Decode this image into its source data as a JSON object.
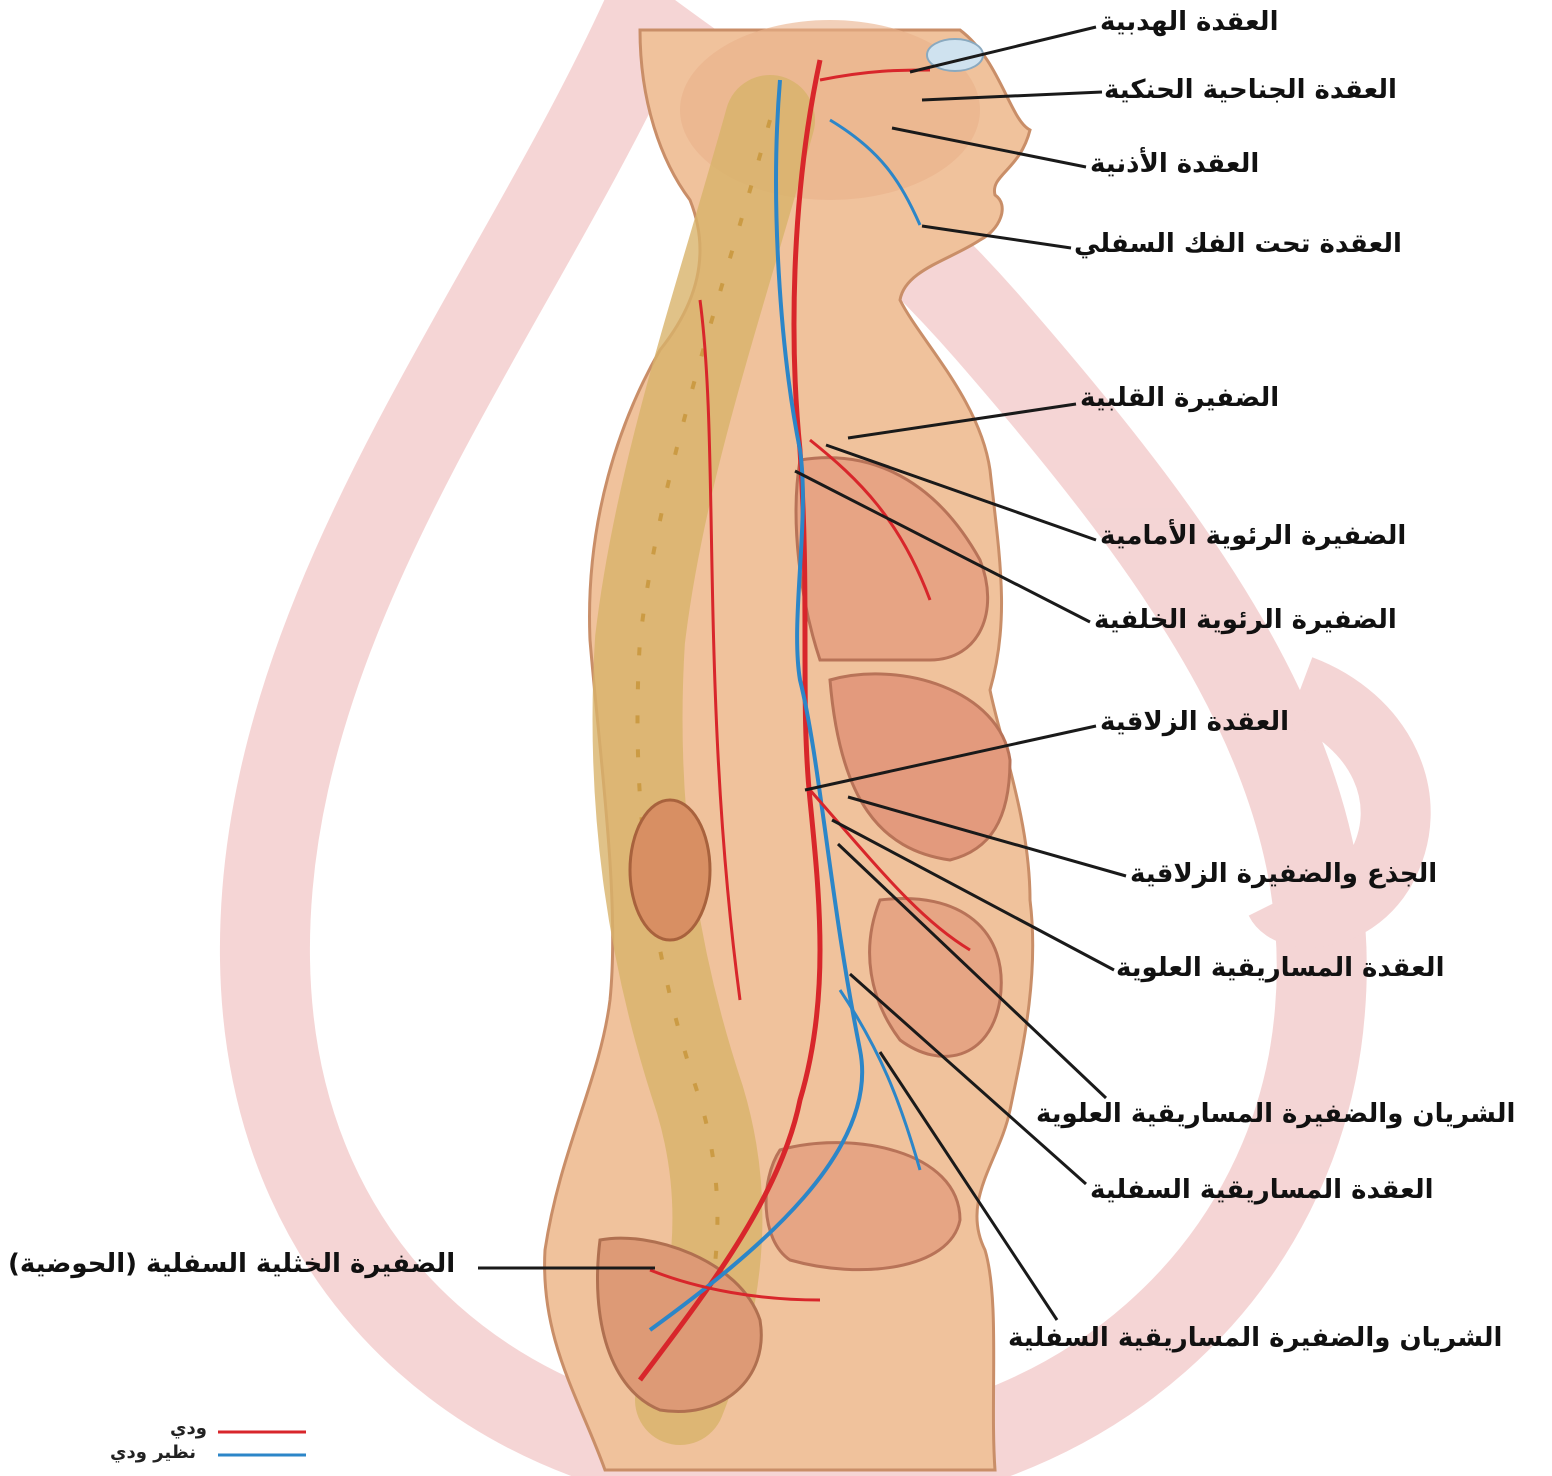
{
  "colors": {
    "sympathetic": "#d8262b",
    "parasympathetic": "#2c86c8",
    "leader_line": "#1a1a1a",
    "skin": "#f0c29c",
    "watermark": "#f3cccc"
  },
  "labels": {
    "ciliary": "العقدة الهدبية",
    "pterygopalatine": "العقدة الجناحية الحنكية",
    "otic": "العقدة الأذنية",
    "submandibular": "العقدة تحت الفك السفلي",
    "cardiac": "الضفيرة القلبية",
    "anterior_pulmonary": "الضفيرة الرئوية الأمامية",
    "posterior_pulmonary": "الضفيرة الرئوية الخلفية",
    "celiac_ganglion": "العقدة الزلاقية",
    "celiac_trunk": "الجذع والضفيرة الزلاقية",
    "superior_mesenteric_ganglion": "العقدة المساريقية العلوية",
    "superior_mesenteric_plexus": "الشريان والضفيرة المساريقية العلوية",
    "inferior_mesenteric_ganglion": "العقدة المساريقية السفلية",
    "inferior_mesenteric_plexus": "الشريان والضفيرة المساريقية السفلية",
    "pelvic_plexus": "الضفيرة الخثلية السفلية (الحوضية)"
  },
  "legend": {
    "sympathetic": "ودي",
    "parasympathetic": "نظير ودي"
  }
}
